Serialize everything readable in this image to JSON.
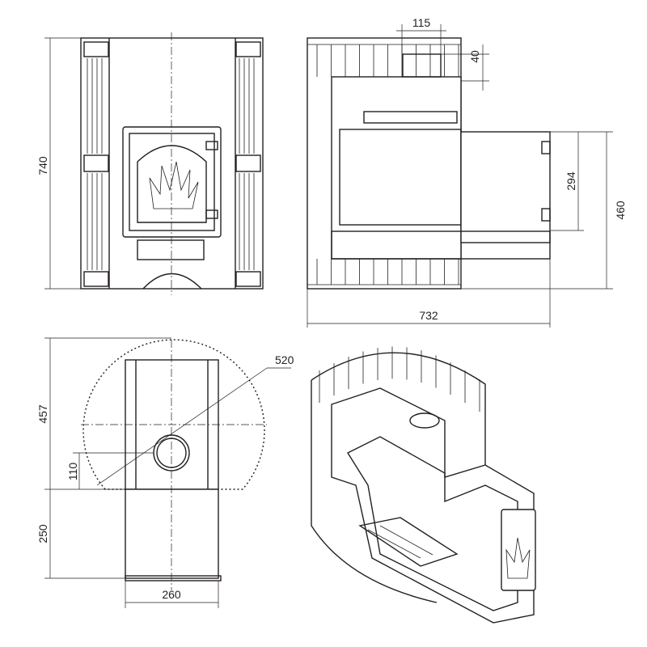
{
  "dimensions": {
    "front_height": "740",
    "top_width": "115",
    "top_depth": "40",
    "door_height": "294",
    "extension_height": "460",
    "total_length": "732",
    "diameter": "520",
    "plan_depth": "457",
    "chimney_offset": "110",
    "tunnel_length": "250",
    "tunnel_width": "260"
  },
  "colors": {
    "line": "#231f20",
    "background": "#ffffff"
  }
}
